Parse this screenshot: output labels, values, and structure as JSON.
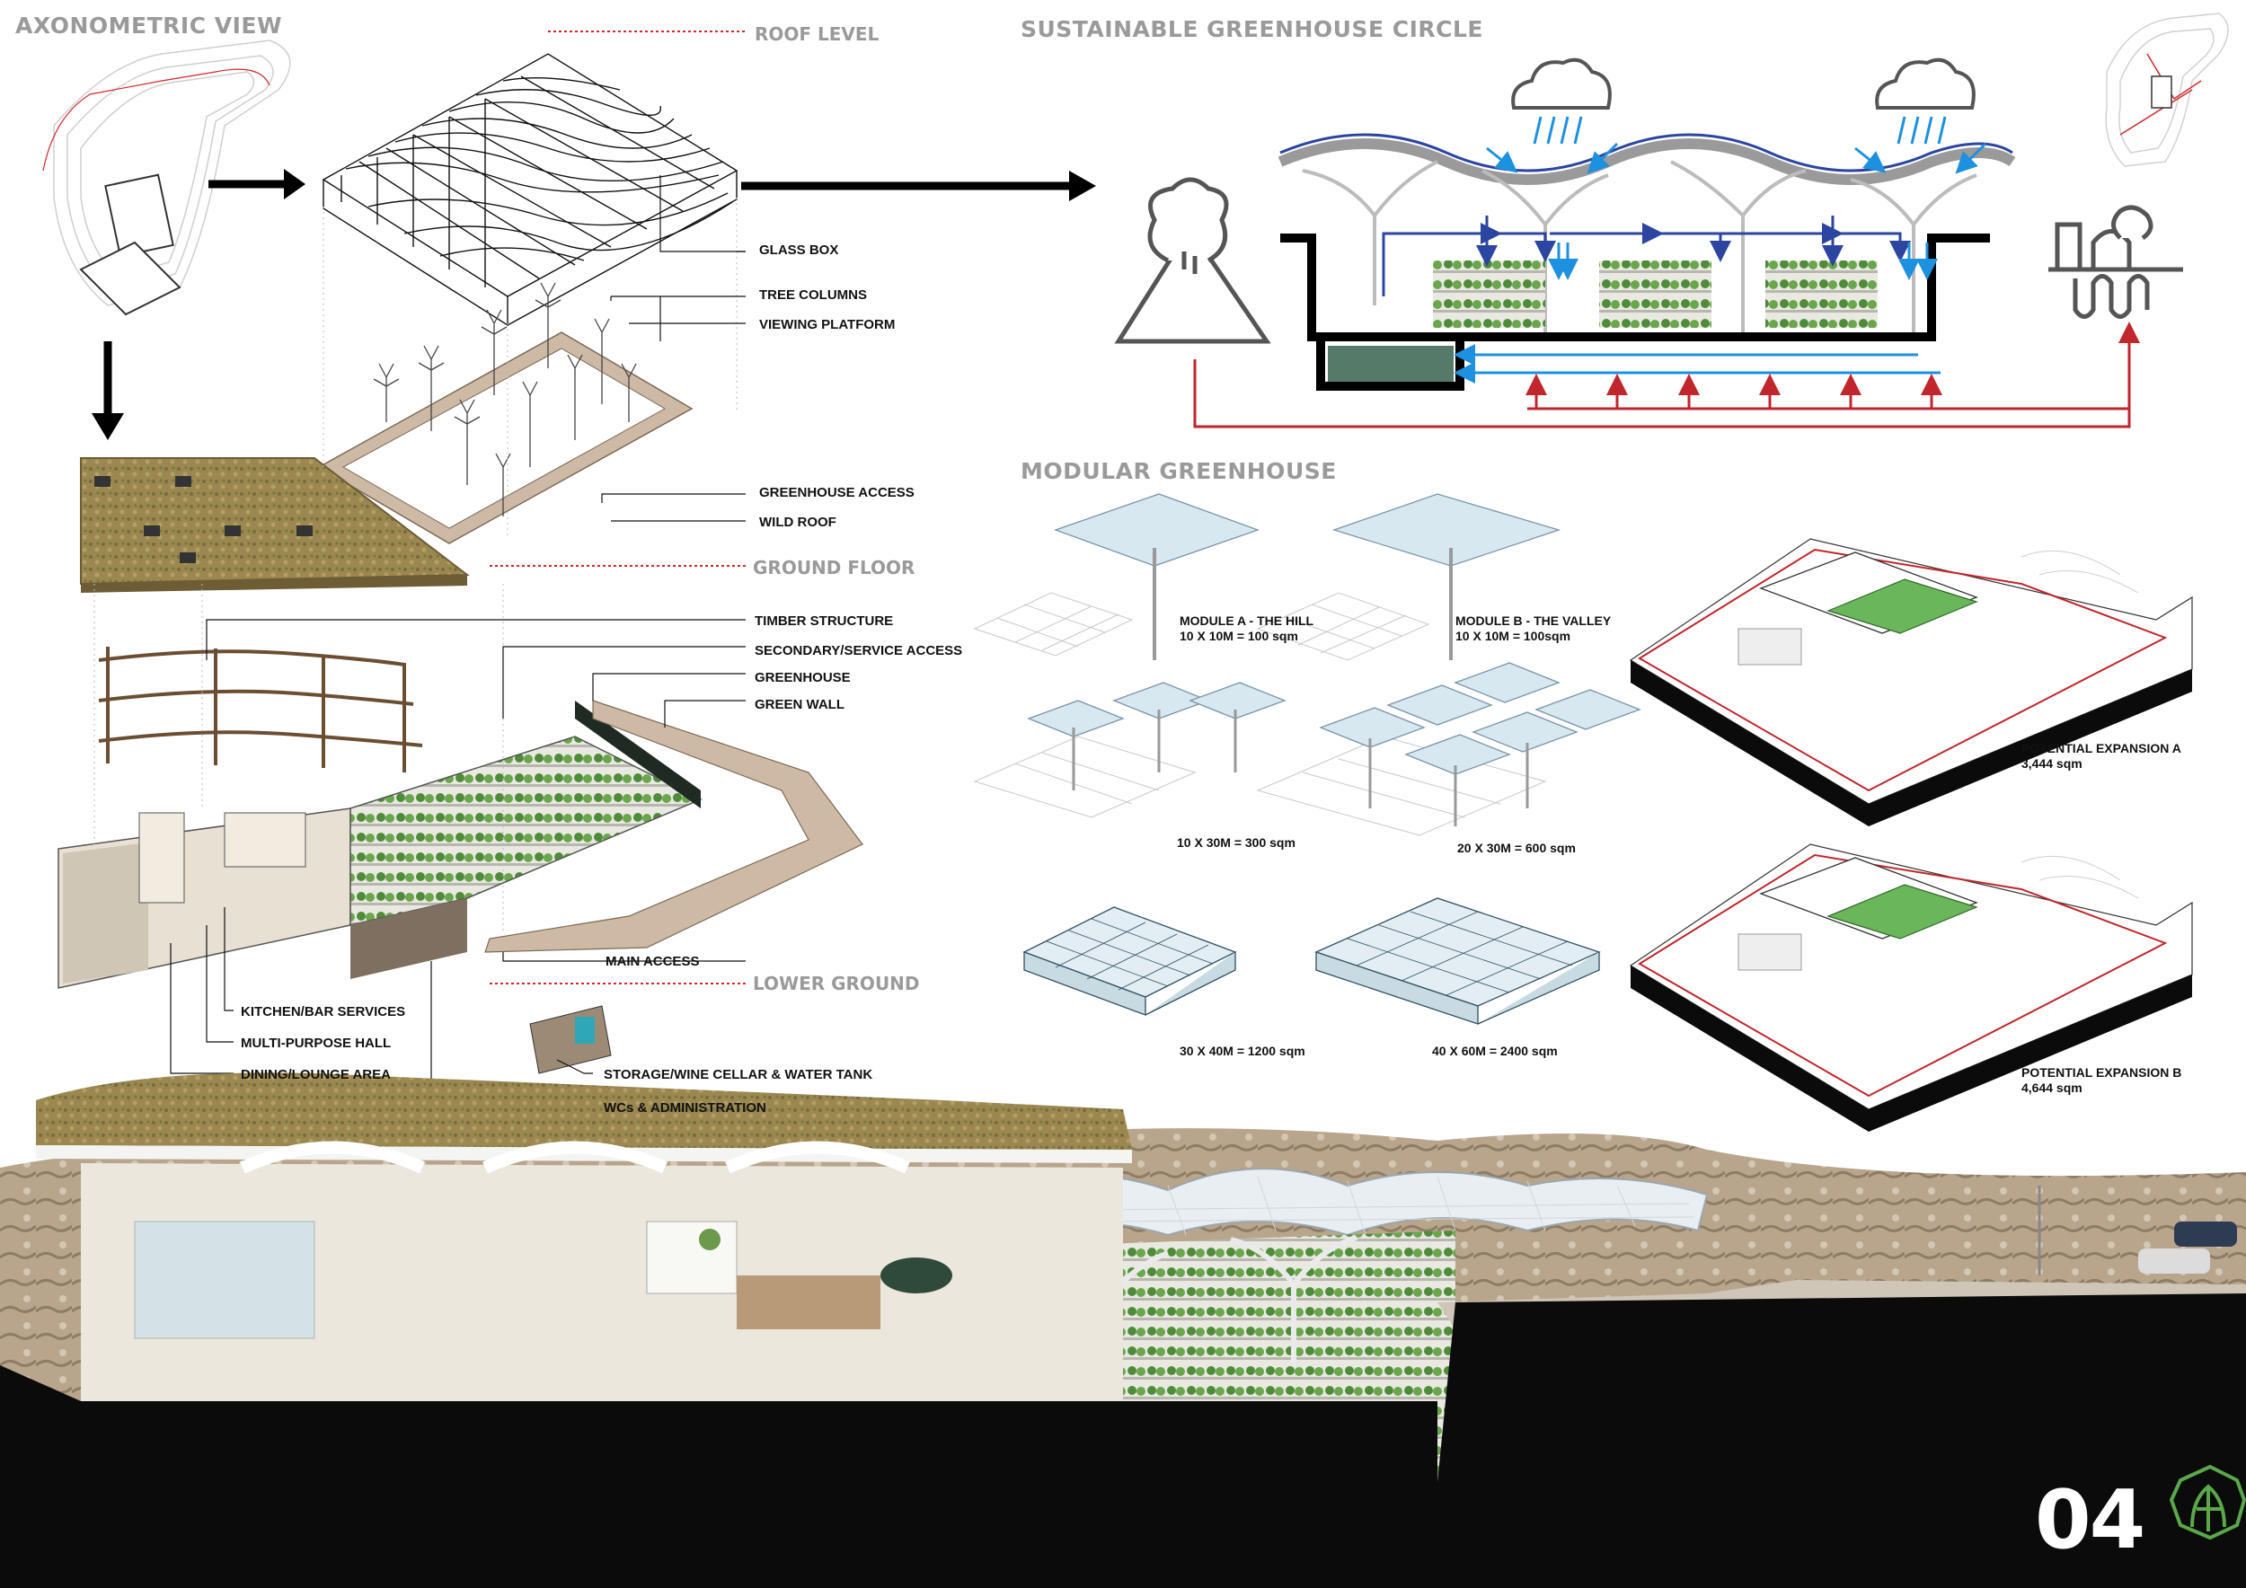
{
  "headings": {
    "axonometric": "AXONOMETRIC VIEW",
    "circle": "SUSTAINABLE GREENHOUSE CIRCLE",
    "modular": "MODULAR GREENHOUSE"
  },
  "levels": {
    "roof": "ROOF LEVEL",
    "ground": "GROUND FLOOR",
    "lower": "LOWER GROUND"
  },
  "labels": {
    "glass_box": "GLASS BOX",
    "tree_columns": "TREE COLUMNS",
    "viewing_platform": "VIEWING PLATFORM",
    "greenhouse_access": "GREENHOUSE ACCESS",
    "wild_roof": "WILD ROOF",
    "timber_structure": "TIMBER STRUCTURE",
    "secondary_access": "SECONDARY/SERVICE ACCESS",
    "greenhouse": "GREENHOUSE",
    "green_wall": "GREEN WALL",
    "main_access": "MAIN ACCESS",
    "kitchen": "KITCHEN/BAR SERVICES",
    "hall": "MULTI-PURPOSE HALL",
    "dining": "DINING/LOUNGE AREA",
    "storage": "STORAGE/WINE CELLAR & WATER TANK",
    "wcs": "WCs  & ADMINISTRATION"
  },
  "modules": {
    "a_name": "MODULE A - THE HILL",
    "a_size": "10 X 10M = 100 sqm",
    "b_name": "MODULE B - THE VALLEY",
    "b_size": "10 X 10M = 100sqm",
    "m300": "10 X 30M = 300 sqm",
    "m600": "20 X 30M = 600 sqm",
    "m1200": "30 X 40M = 1200 sqm",
    "m2400": "40 X 60M = 2400 sqm"
  },
  "expansions": {
    "a_name": "POTENTIAL EXPANSION A",
    "a_area": "3,444 sqm",
    "b_name": "POTENTIAL EXPANSION B",
    "b_area": "4,644 sqm"
  },
  "page_number": "04",
  "colors": {
    "heading_gray": "#9a9a9a",
    "leader_red": "#d0282e",
    "water_blue": "#1e90e0",
    "dark_blue": "#2b45a0",
    "heat_red": "#c0262b",
    "greenhouse_green": "#5aa84a",
    "ground_black": "#0b0b0b"
  },
  "icons": [
    "volcano-icon",
    "rain-cloud-icon",
    "geothermal-plant-icon",
    "logo-icon"
  ]
}
